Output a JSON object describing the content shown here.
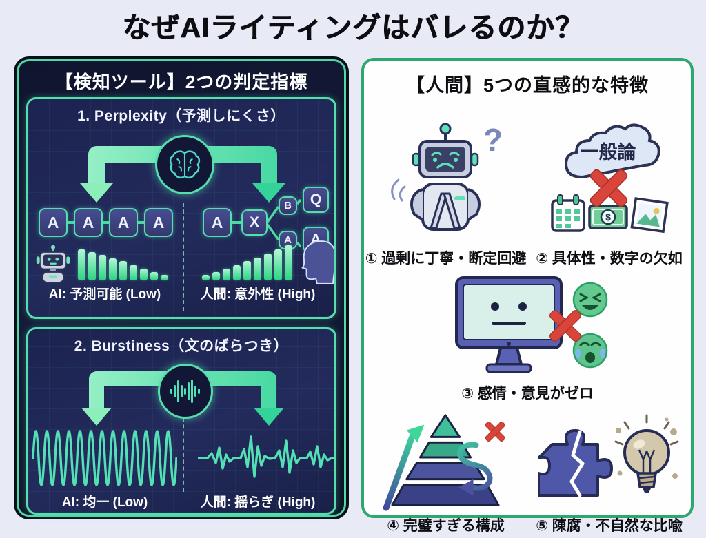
{
  "page": {
    "title": "なぜAIライティングはバレるのか？"
  },
  "left_panel": {
    "header": "【検知ツール】2つの判定指標",
    "perplexity": {
      "title": "1. Perplexity（予測しにくさ）",
      "ai_tokens": [
        "A",
        "A",
        "A",
        "A"
      ],
      "human_token_start": "A",
      "human_token_current": "X",
      "human_candidates_small": [
        "B",
        "A"
      ],
      "human_candidates_big": [
        "Q",
        "A"
      ],
      "ai_bars": [
        44,
        40,
        36,
        31,
        27,
        21,
        16,
        11,
        7
      ],
      "human_bars": [
        7,
        11,
        16,
        21,
        27,
        32,
        38,
        44,
        50
      ],
      "ai_label": "AI: 予測可能 (Low)",
      "human_label": "人間: 意外性 (High)"
    },
    "burstiness": {
      "title": "2. Burstiness（文のばらつき）",
      "ai_label": "AI: 均一 (Low)",
      "human_label": "人間: 揺らぎ (High)"
    }
  },
  "right_panel": {
    "header": "【人間】5つの直感的な特徴",
    "cloud_text": "一般論",
    "money_symbol": "$",
    "question_mark": "?",
    "items": [
      {
        "caption": "① 過剰に丁寧・断定回避",
        "icon": "worried-robot-icon"
      },
      {
        "caption": "② 具体性・数字の欠如",
        "icon": "generalization-cloud-icon"
      },
      {
        "caption": "③ 感情・意見がゼロ",
        "icon": "neutral-monitor-icon"
      },
      {
        "caption": "④ 完璧すぎる構成",
        "icon": "pyramid-structure-icon"
      },
      {
        "caption": "⑤ 陳腐・不自然な比喩",
        "icon": "broken-puzzle-bulb-icon"
      }
    ]
  },
  "colors": {
    "accent_teal": "#4ed8a4",
    "panel_navy": "#1c2350",
    "green_border": "#2da76f",
    "red_x": "#d9453b",
    "page_background": "#e8eaf6"
  }
}
